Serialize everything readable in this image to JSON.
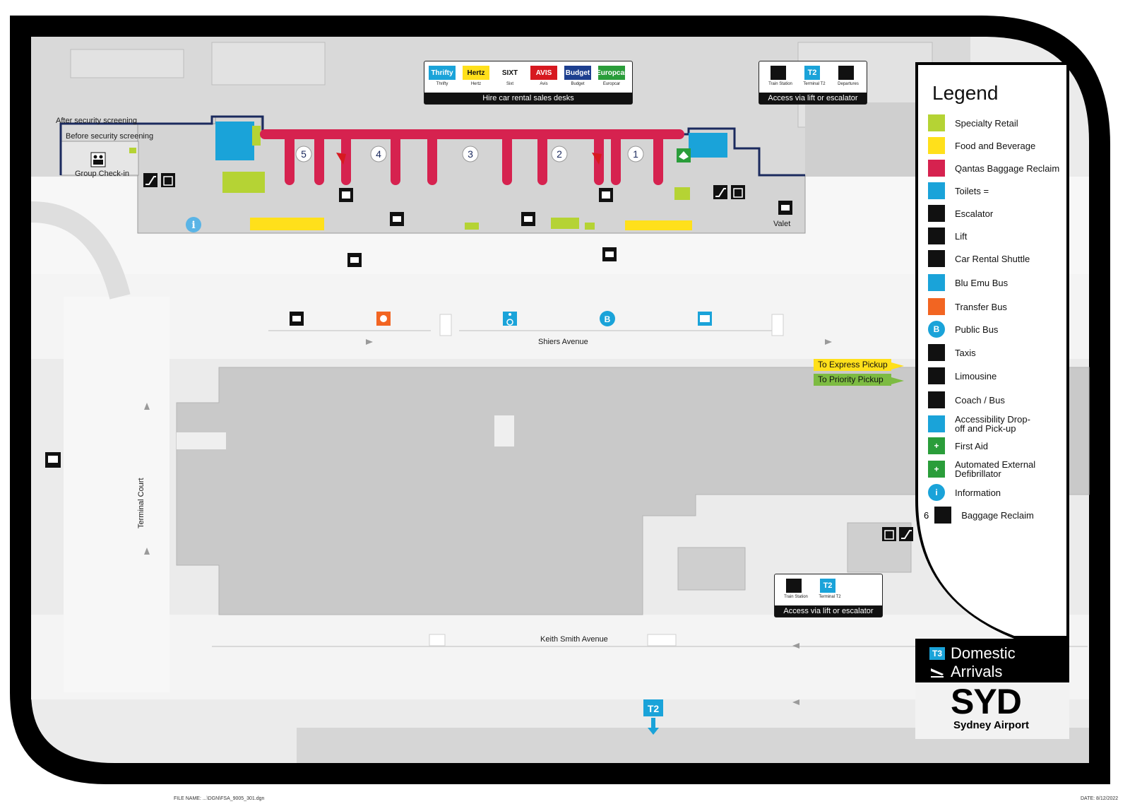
{
  "colors": {
    "frame": "#000000",
    "ground": "#ebebeb",
    "road": "#f7f7f7",
    "building": "#c9c9c9",
    "terminal_floor": "#d4d4d4",
    "specialty_retail": "#b5d334",
    "food_beverage": "#ffe01b",
    "qantas_reclaim": "#d6224f",
    "toilets": "#1aa3d9",
    "boundary_line": "#1b2a5e",
    "express_pickup": "#ffe01b",
    "priority_pickup": "#7dbb42"
  },
  "map": {
    "labels": {
      "after_security": "After security screening",
      "before_security": "Before security screening",
      "group_checkin": "Group Check-in",
      "valet": "Valet",
      "shiers_avenue": "Shiers Avenue",
      "terminal_court": "Terminal Court",
      "keith_smith_avenue": "Keith Smith Avenue"
    },
    "carousels": [
      "5",
      "4",
      "3",
      "2",
      "1"
    ],
    "t2_marker": "T2",
    "express_pickup": "To Express Pickup",
    "priority_pickup": "To Priority Pickup"
  },
  "rental_desks": {
    "brands": [
      {
        "logo": "Thrifty",
        "caption": "Thrifty",
        "bg": "#1aa3d9",
        "fg": "#ffffff"
      },
      {
        "logo": "Hertz",
        "caption": "Hertz",
        "bg": "#ffe01b",
        "fg": "#111111"
      },
      {
        "logo": "SIXT",
        "caption": "Sixt",
        "bg": "#ffffff",
        "fg": "#111111"
      },
      {
        "logo": "AVIS",
        "caption": "Avis",
        "bg": "#d71920",
        "fg": "#ffffff"
      },
      {
        "logo": "Budget",
        "caption": "Budget",
        "bg": "#1d3f8f",
        "fg": "#ffffff"
      },
      {
        "logo": "Europcar",
        "caption": "Europcar",
        "bg": "#2a9d3a",
        "fg": "#ffffff"
      }
    ],
    "footer": "Hire car rental sales desks"
  },
  "access_top": {
    "items": [
      {
        "icon": "train-icon",
        "caption": "Train Station"
      },
      {
        "icon": "t2-icon",
        "caption": "Terminal T2",
        "text": "T2"
      },
      {
        "icon": "departures-icon",
        "caption": "Departures"
      }
    ],
    "footer": "Access via lift or escalator"
  },
  "access_bottom": {
    "items": [
      {
        "icon": "train-icon",
        "caption": "Train Station"
      },
      {
        "icon": "t2-icon",
        "caption": "Terminal T2",
        "text": "T2"
      }
    ],
    "footer": "Access via lift or escalator"
  },
  "legend": {
    "title": "Legend",
    "items": [
      {
        "icon": "specialty-retail-swatch",
        "label": "Specialty Retail",
        "color": "#b5d334"
      },
      {
        "icon": "food-beverage-swatch",
        "label": "Food and Beverage",
        "color": "#ffe01b"
      },
      {
        "icon": "qantas-reclaim-swatch",
        "label": "Qantas Baggage Reclaim",
        "color": "#d6224f"
      },
      {
        "icon": "toilets-swatch",
        "label": "Toilets =",
        "color": "#1aa3d9"
      },
      {
        "icon": "escalator-icon",
        "label": "Escalator"
      },
      {
        "icon": "lift-icon",
        "label": "Lift"
      },
      {
        "icon": "car-rental-shuttle-icon",
        "label": "Car Rental Shuttle"
      },
      {
        "icon": "blu-emu-icon",
        "label": "Blu Emu Bus"
      },
      {
        "icon": "transfer-bus-icon",
        "label": "Transfer Bus"
      },
      {
        "icon": "public-bus-icon",
        "label": "Public Bus"
      },
      {
        "icon": "taxi-icon",
        "label": "Taxis"
      },
      {
        "icon": "limousine-icon",
        "label": "Limousine"
      },
      {
        "icon": "coach-bus-icon",
        "label": "Coach / Bus"
      },
      {
        "icon": "accessibility-icon",
        "label": "Accessibility Drop-off and Pick-up"
      },
      {
        "icon": "first-aid-icon",
        "label": "First Aid"
      },
      {
        "icon": "aed-icon",
        "label": "Automated External Defibrillator"
      },
      {
        "icon": "information-icon",
        "label": "Information"
      },
      {
        "icon": "baggage-reclaim-icon",
        "label": "Baggage Reclaim",
        "number": "6"
      }
    ]
  },
  "brand": {
    "terminal_badge": "T3",
    "line1": "Domestic",
    "line2": "Arrivals",
    "logo": "SYD",
    "logo_sub": "Sydney Airport"
  },
  "footer": {
    "file_name": "FILE NAME: ...\\DGN\\FSA_9005_301.dgn",
    "date": "DATE: 8/12/2022"
  }
}
